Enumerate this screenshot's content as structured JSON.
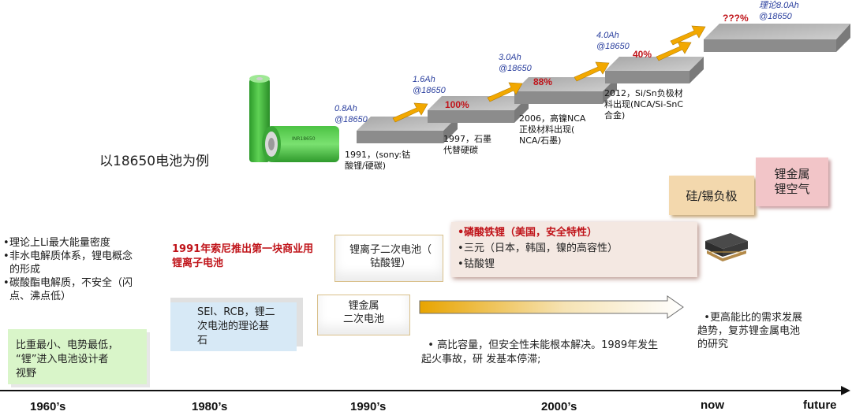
{
  "title": "以18650电池为例",
  "steps": [
    {
      "cap": "0.8Ah\n@18650",
      "pct": "",
      "note": "1991，(sony:钴\n酸锂/硬碳)"
    },
    {
      "cap": "1.6Ah\n@18650",
      "pct": "100%",
      "note": "1997，石墨\n代替硬碳"
    },
    {
      "cap": "3.0Ah\n@18650",
      "pct": "88%",
      "note": "2006，高镍NCA\n正极材料出现(\nNCA/石墨)"
    },
    {
      "cap": "4.0Ah\n@18650",
      "pct": "40%",
      "note": "2012，Si/Sn负极材\n料出现(NCA/Si-SnC\n合金)"
    },
    {
      "cap": "理论8.0Ah\n@18650",
      "pct": "???%",
      "note": ""
    }
  ],
  "boxes": {
    "si_sn": "硅/锡负极",
    "li_metal_air": "锂金属\n锂空气",
    "li_ion_secondary": "锂离子二次电池（\n钴酸锂）",
    "li_metal_secondary": "锂金属\n二次电池",
    "sei_rcb": "SEI、RCB，锂二\n次电池的理论基\n石",
    "lightest": "比重最小、电势最低，\n“锂”进入电池设计者\n视野"
  },
  "sony_note": "1991年索尼推出第一块商业用\n锂离子电池",
  "left_bullets": [
    "理论上Li最大能量密度",
    "非水电解质体系，锂电概念\n的形成",
    "碳酸酯电解质，不安全（闪\n点、沸点低）"
  ],
  "cathode_bullets": [
    {
      "text": "磷酸铁锂（美国，安全特性）",
      "highlight": true
    },
    {
      "text": "三元（日本，韩国，镍的高容性）",
      "highlight": false
    },
    {
      "text": "钴酸锂",
      "highlight": false
    }
  ],
  "middle_note": "高比容量，但安全性未能根本解决。1989年发生\n起火事故，研 发基本停滞;",
  "future_note": "更高能比的需求发展\n趋势，复苏锂金属电池\n的研究",
  "eras": [
    "1960’s",
    "1980’s",
    "1990’s",
    "2000’s",
    "now",
    "future"
  ],
  "colors": {
    "accent_red": "#c0141a",
    "cap_blue": "#2a3f9e",
    "arrow_gold": "#f2a800",
    "battery_green": "#3fb83a"
  }
}
